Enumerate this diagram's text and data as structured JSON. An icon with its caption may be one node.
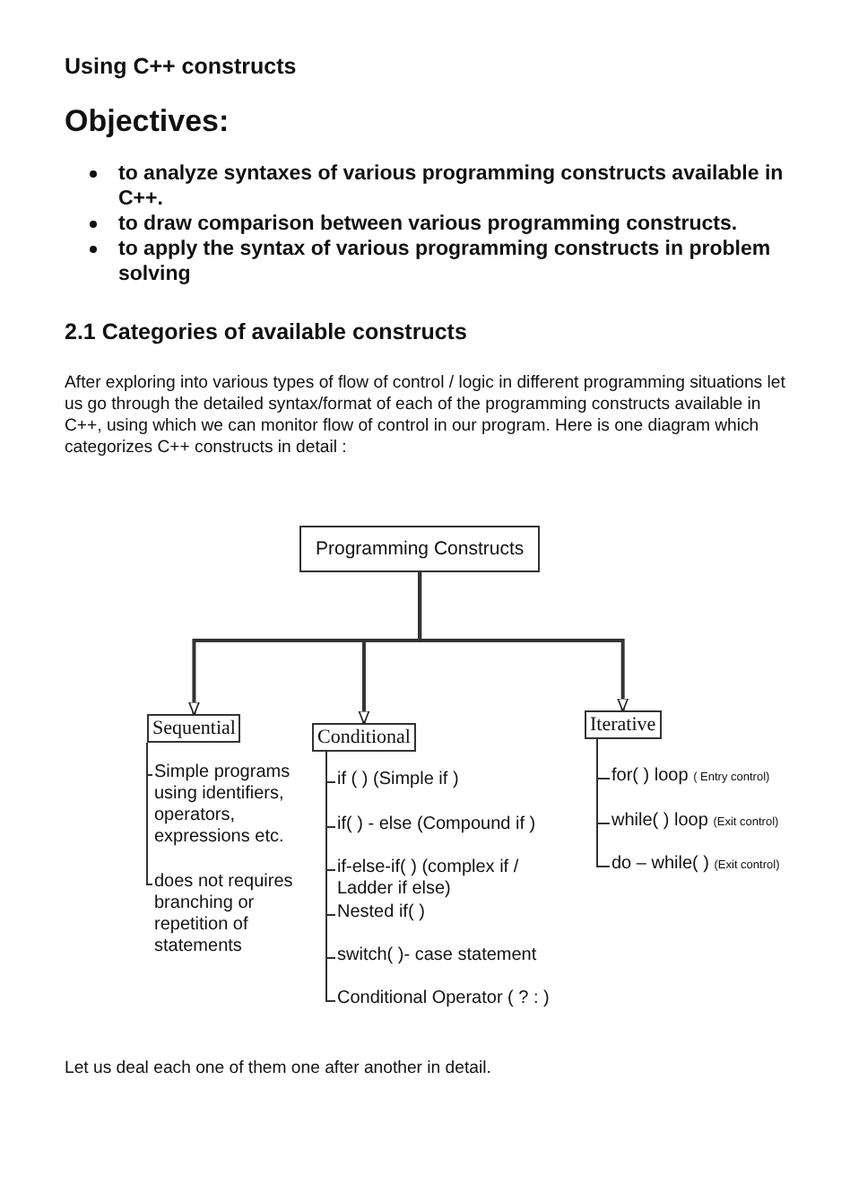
{
  "diagram": {
    "title": "Using C++ constructs",
    "nodes": [
      {
        "text": [
          "Programming Constructs"
        ]
      },
      {
        "text": [
          "Sequential"
        ]
      },
      {
        "text": [
          "Conditional"
        ]
      },
      {
        "text": [
          "Iterative"
        ]
      },
      {
        "text": [
          "Simple programs using identifiers, operators, expressions etc."
        ]
      },
      {
        "text": [
          "does not requires branching or repetition of statements"
        ]
      },
      {
        "text": [
          "if ( ) (Simple if )"
        ]
      },
      {
        "text": [
          "if( ) - else (Compound if )"
        ]
      },
      {
        "text": [
          "if-else-if( ) (complex if / Ladder if else)"
        ]
      },
      {
        "text": [
          "Nested if( )"
        ]
      },
      {
        "text": [
          "switch( )- case statement"
        ]
      },
      {
        "text": [
          "Conditional Operator ( ? : )"
        ]
      },
      {
        "text": [
          "for( ) loop",
          "( Entry control)"
        ]
      },
      {
        "text": [
          "while( ) loop",
          "(Exit control)"
        ]
      },
      {
        "text": [
          "do – while( )",
          "(Exit control)"
        ]
      }
    ],
    "edges": [
      {
        "from": 0,
        "to": 1,
        "arrow": "to"
      },
      {
        "from": 0,
        "to": 2,
        "arrow": "to"
      },
      {
        "from": 0,
        "to": 3,
        "arrow": "to"
      },
      {
        "from": 1,
        "to": 4,
        "arrow": "none"
      },
      {
        "from": 1,
        "to": 5,
        "arrow": "none"
      },
      {
        "from": 2,
        "to": 6,
        "arrow": "none"
      },
      {
        "from": 2,
        "to": 7,
        "arrow": "none"
      },
      {
        "from": 2,
        "to": 8,
        "arrow": "none"
      },
      {
        "from": 2,
        "to": 9,
        "arrow": "none"
      },
      {
        "from": 2,
        "to": 10,
        "arrow": "none"
      },
      {
        "from": 2,
        "to": 11,
        "arrow": "none"
      },
      {
        "from": 3,
        "to": 12,
        "arrow": "none"
      },
      {
        "from": 3,
        "to": 13,
        "arrow": "none"
      },
      {
        "from": 3,
        "to": 14,
        "arrow": "none"
      }
    ],
    "labels": [
      "Objectives:",
      "to analyze syntaxes of various programming constructs available in C++.",
      "to draw comparison between various programming constructs.",
      "to apply the syntax of various programming constructs in problem solving",
      "2.1 Categories of available constructs",
      "After exploring into various types of flow of control / logic in different programming situations let us go through the detailed syntax/format of each of the programming constructs available in C++, using which we can monitor flow of control in our program. Here is one diagram which categorizes C++ constructs in detail :",
      "Let us deal each one of them one after another in detail."
    ]
  }
}
